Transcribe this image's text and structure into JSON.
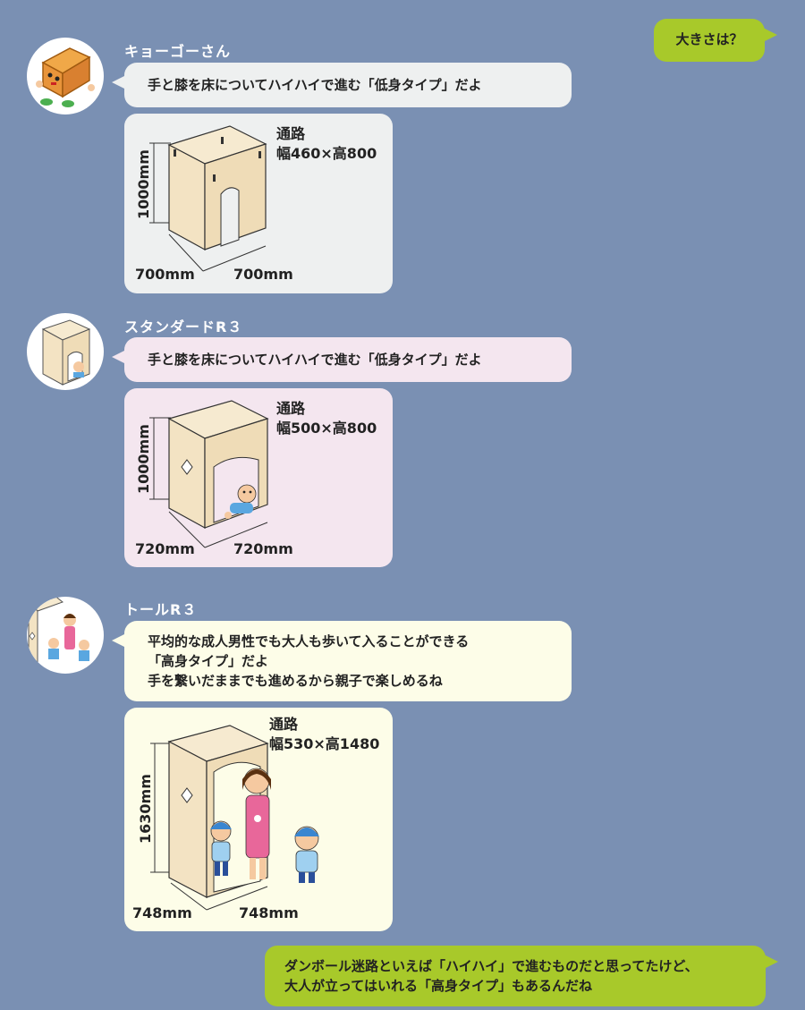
{
  "messages": {
    "user_question": "大きさは？",
    "user_reply": [
      "ダンボール迷路といえば「ハイハイ」で進むものだと思ってたけど、",
      "大人が立ってはいれる「高身タイプ」もあるんだね"
    ]
  },
  "products": [
    {
      "name": "キョーゴーさん",
      "description": [
        "手と膝を床についてハイハイで進む「低身タイプ」だよ"
      ],
      "passage_title": "通路",
      "passage_size": "幅460×高800",
      "height_label": "1000mm",
      "width_left_label": "700mm",
      "width_right_label": "700mm"
    },
    {
      "name": "スタンダードR３",
      "description": [
        "手と膝を床についてハイハイで進む「低身タイプ」だよ"
      ],
      "passage_title": "通路",
      "passage_size": "幅500×高800",
      "height_label": "1000mm",
      "width_left_label": "720mm",
      "width_right_label": "720mm"
    },
    {
      "name": "トールR３",
      "description": [
        "平均的な成人男性でも大人も歩いて入ることができる",
        "「高身タイプ」だよ",
        "手を繋いだままでも進めるから親子で楽しめるね"
      ],
      "passage_title": "通路",
      "passage_size": "幅530×高1480",
      "height_label": "1630mm",
      "width_left_label": "748mm",
      "width_right_label": "748mm"
    }
  ],
  "colors": {
    "background": "#7a90b3",
    "user_bubble": "#a8c92a",
    "card_gray": "#eef0f0",
    "card_pink": "#f4e6ef",
    "card_yellow": "#fdfde8",
    "cardboard": "#f3e3c3"
  }
}
